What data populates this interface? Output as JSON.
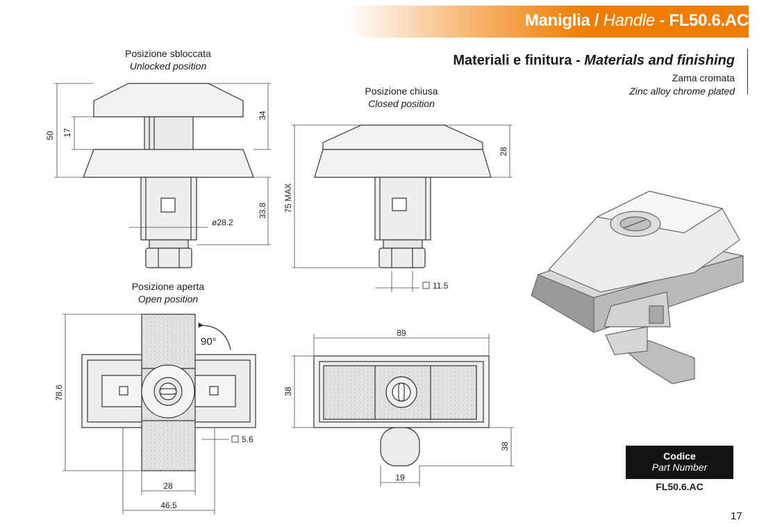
{
  "header": {
    "title_part1": "Maniglia / ",
    "title_italic": "Handle",
    "title_part2": " - FL50.6.AC"
  },
  "materials": {
    "title_it": "Materiali e finitura - ",
    "title_en": "Materials and finishing",
    "material_it": "Zama cromata",
    "material_en": "Zinc alloy chrome plated"
  },
  "views": {
    "unlocked_it": "Posizione sbloccata",
    "unlocked_en": "Unlocked position",
    "closed_it": "Posizione chiusa",
    "closed_en": "Closed position",
    "open_it": "Posizione aperta",
    "open_en": "Open position"
  },
  "dimensions": {
    "unlocked_height": "50",
    "unlocked_17": "17",
    "unlocked_34": "34",
    "unlocked_33_8": "33.8",
    "unlocked_diam": "ø28.2",
    "closed_75max": "75 MAX",
    "closed_28": "28",
    "closed_square": "11.5",
    "open_78_6": "78.6",
    "open_angle": "90°",
    "open_square": "5.6",
    "open_28": "28",
    "open_46_5": "46.5",
    "top_89": "89",
    "top_38a": "38",
    "top_38b": "38",
    "top_19": "19"
  },
  "part": {
    "code_label": "Codice",
    "part_label": "Part Number",
    "part_number": "FL50.6.AC"
  },
  "page_number": "17",
  "colors": {
    "accent": "#ef7d00",
    "code_box": "#141414"
  }
}
